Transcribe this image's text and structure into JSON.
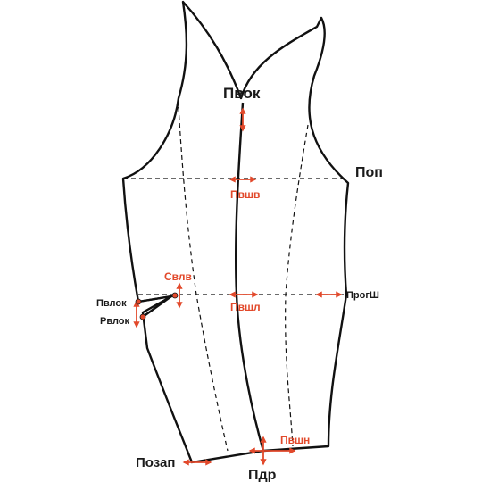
{
  "labels": {
    "pvok": "Пвок",
    "pop": "Поп",
    "pvshv": "Пвшв",
    "svlv": "Свлв",
    "pvlok": "Пвлок",
    "rvlok": "Рвлок",
    "pvshl": "Пвшл",
    "progsh": "ПрогШ",
    "pvshn": "Пвшн",
    "pozap": "Позап",
    "pdr": "Пдр"
  },
  "colors": {
    "accent": "#e2492b",
    "line": "#111111"
  }
}
